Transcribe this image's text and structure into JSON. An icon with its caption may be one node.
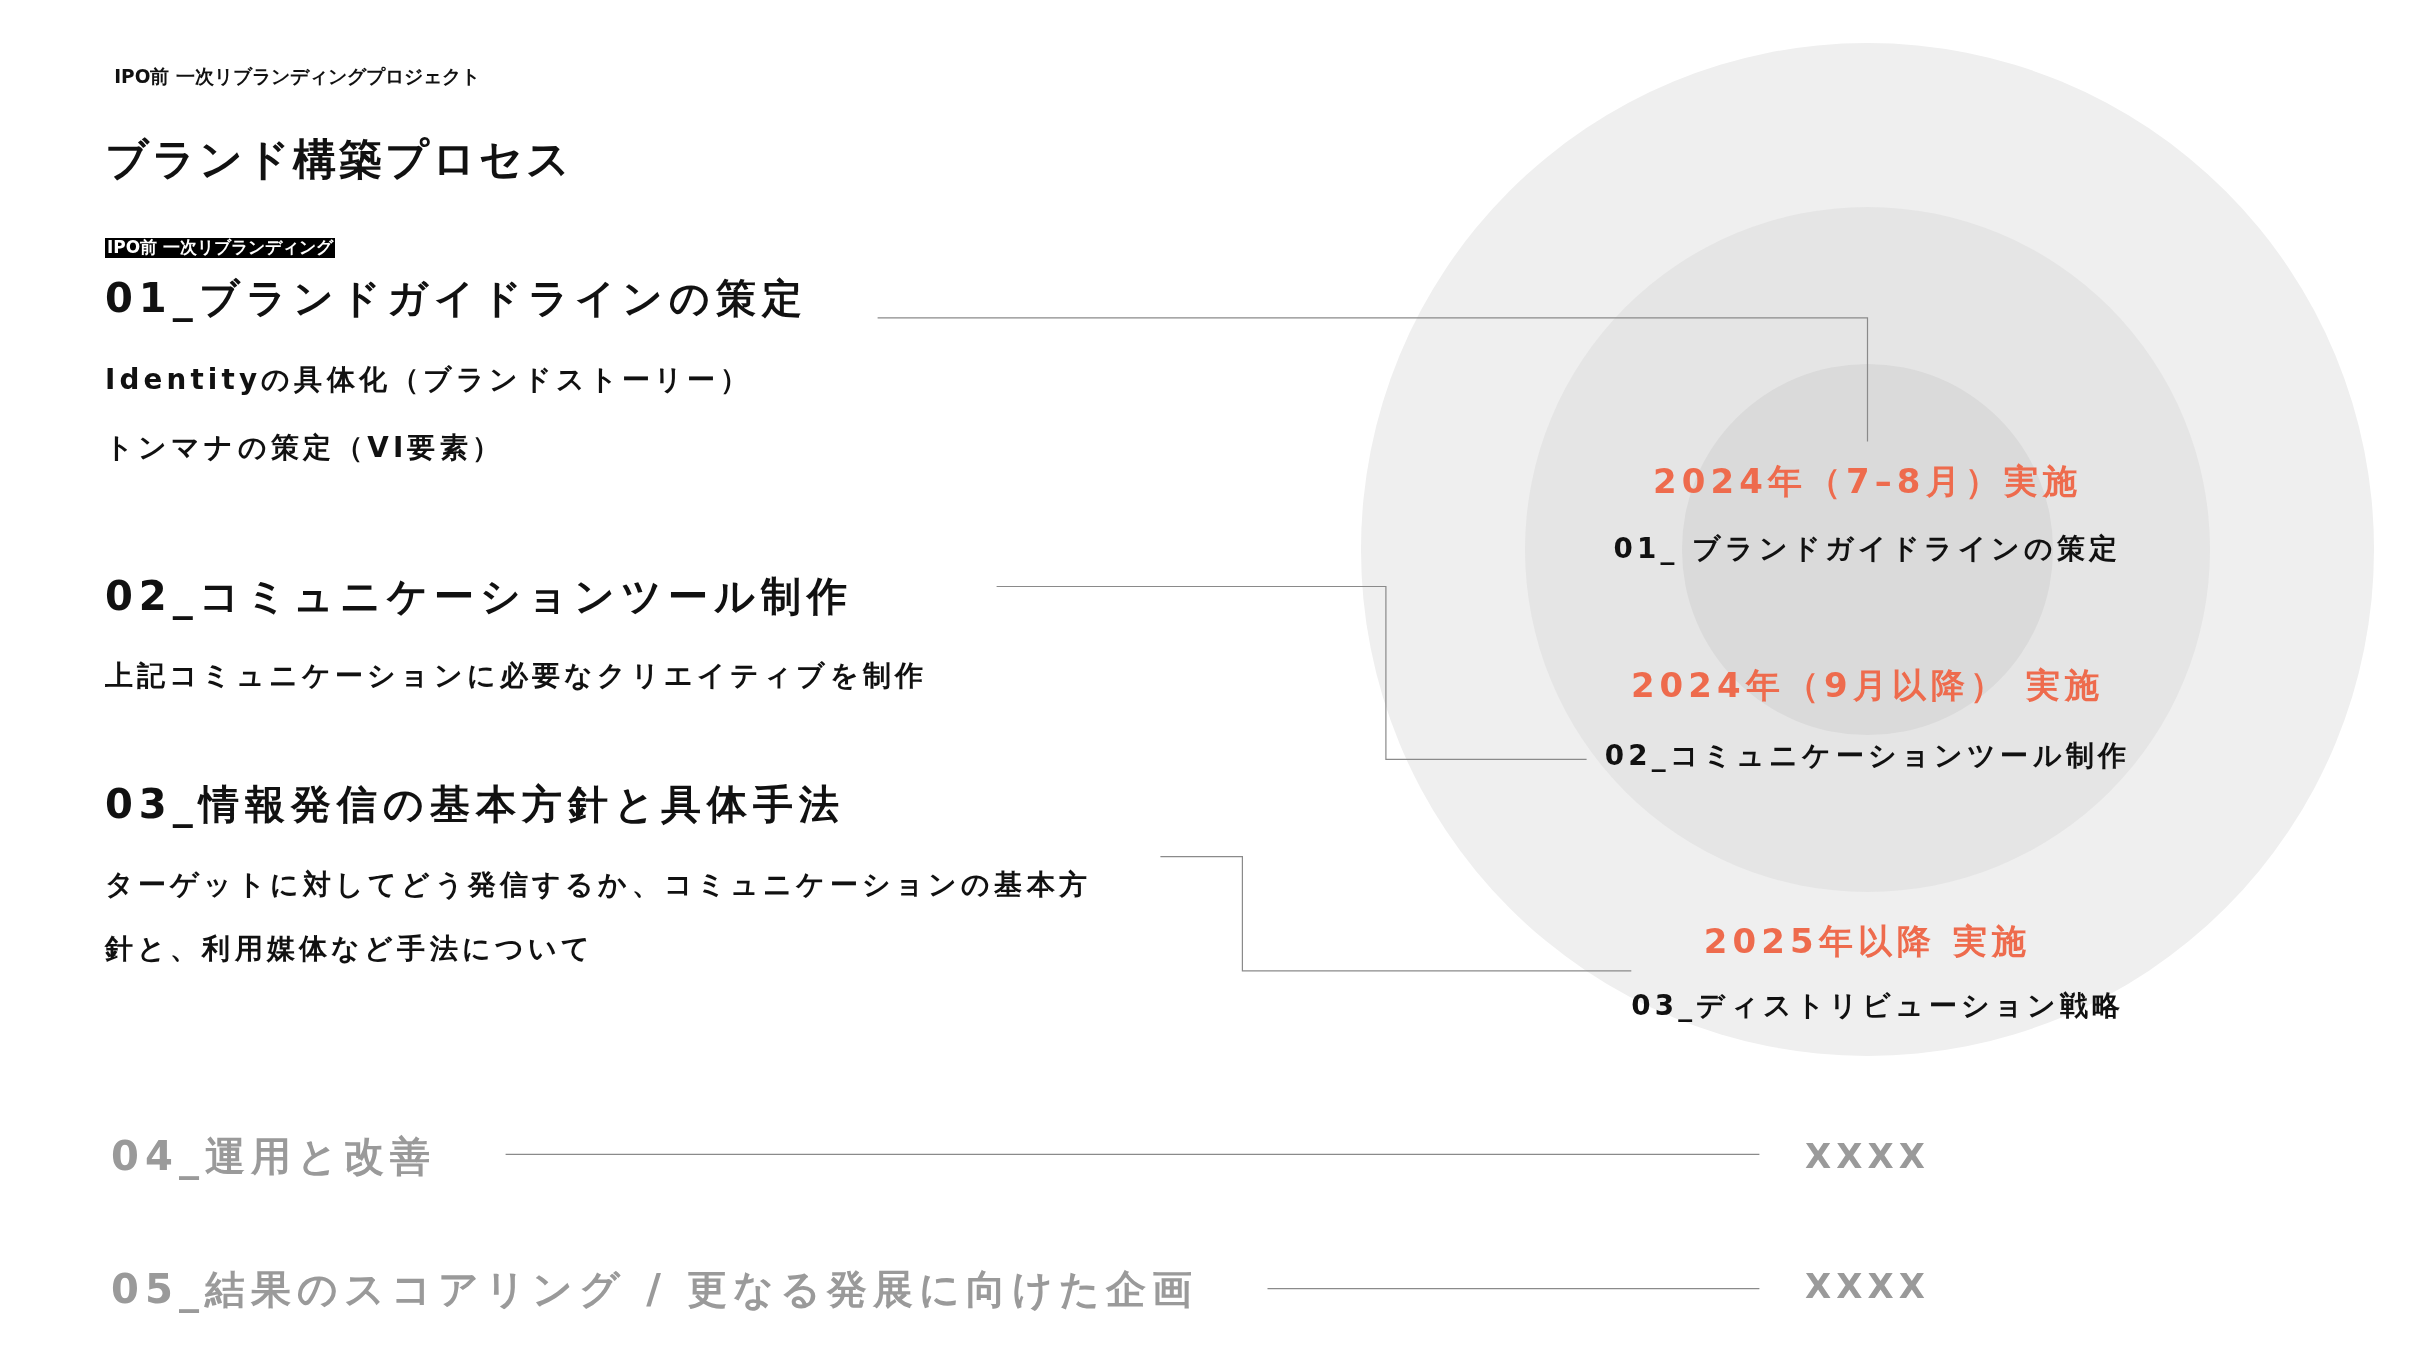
{
  "diagram": {
    "title": "ブランド構築プロセス",
    "nodes": [
      {
        "text": [
          "01_ブランドガイドラインの策定",
          "Identityの具体化（ブランドストーリー）",
          "トンマナの策定（VI要素）"
        ]
      },
      {
        "text": [
          "02_コミュニケーションツール制作",
          "上記コミュニケーションに必要なクリエイティブを制作"
        ]
      },
      {
        "text": [
          "03_情報発信の基本方針と具体手法",
          "ターゲットに対してどう発信するか、コミュニケーションの基本方針と、利用媒体など手法について"
        ]
      },
      {
        "text": [
          "04_運用と改善"
        ]
      },
      {
        "text": [
          "05_結果のスコアリング / 更なる発展に向けた企画"
        ]
      },
      {
        "text": [],
        "shape": "circle"
      },
      {
        "text": [],
        "shape": "circle",
        "in": 5
      },
      {
        "text": [],
        "shape": "circle",
        "in": 6
      },
      {
        "text": [
          "2024年（7–8月）実施",
          "01_ ブランドガイドラインの策定"
        ],
        "in": 7
      },
      {
        "text": [
          "2024年（9月以降） 実施",
          "02_コミュニケーションツール制作"
        ],
        "in": 6
      },
      {
        "text": [
          "2025年以降 実施",
          "03_ディストリビューション戦略"
        ],
        "in": 5
      },
      {
        "text": [
          "XXXX"
        ]
      },
      {
        "text": [
          "XXXX"
        ]
      }
    ],
    "edges": [
      {
        "from": 0,
        "to": 8,
        "arrow": "none"
      },
      {
        "from": 1,
        "to": 9,
        "arrow": "none"
      },
      {
        "from": 2,
        "to": 10,
        "arrow": "none"
      },
      {
        "from": 3,
        "to": 11,
        "arrow": "none"
      },
      {
        "from": 4,
        "to": 12,
        "arrow": "none"
      }
    ],
    "labels": [
      "IPO前 一次リブランディングプロジェクト",
      "IPO前 一次リブランディング"
    ]
  }
}
